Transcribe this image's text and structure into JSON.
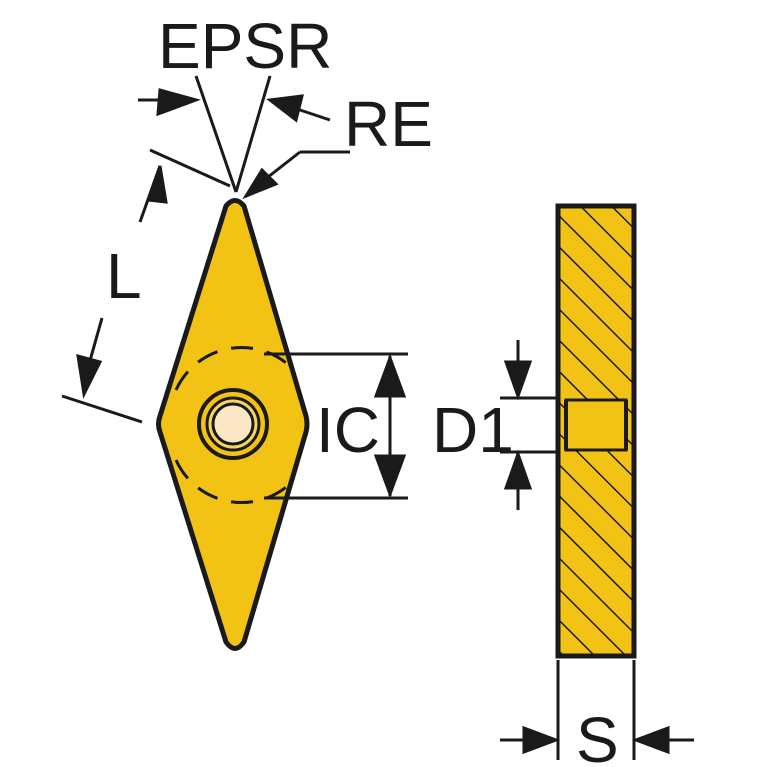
{
  "labels": {
    "epsr": "EPSR",
    "re": "RE",
    "l": "L",
    "ic": "IC",
    "d1": "D1",
    "s": "S"
  },
  "colors": {
    "insert_fill": "#f2c314",
    "outline": "#1a1a1a",
    "hole_fill": "#fbe6c8",
    "background": "#ffffff"
  }
}
